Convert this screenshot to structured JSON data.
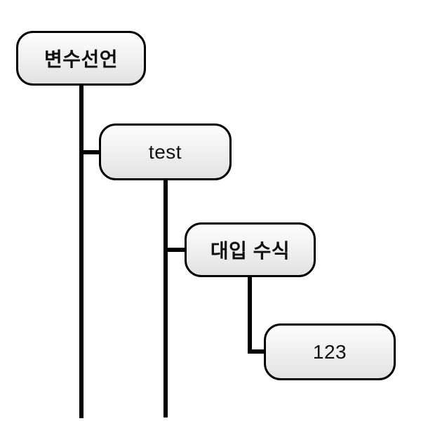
{
  "diagram": {
    "type": "tree",
    "background_color": "#ffffff",
    "node_style": {
      "border_color": "#000000",
      "fill_top": "#fdfdfd",
      "fill_bottom": "#e2e2e2",
      "text_color": "#111111"
    },
    "connector_color": "#000000",
    "nodes": [
      {
        "label": "변수선언",
        "depth": 0
      },
      {
        "label": "test",
        "depth": 1
      },
      {
        "label": "대입 수식",
        "depth": 2
      },
      {
        "label": "123",
        "depth": 3
      }
    ],
    "edges": [
      {
        "from": "변수선언",
        "to": "test"
      },
      {
        "from": "test",
        "to": "대입 수식"
      },
      {
        "from": "대입 수식",
        "to": "123"
      }
    ]
  }
}
